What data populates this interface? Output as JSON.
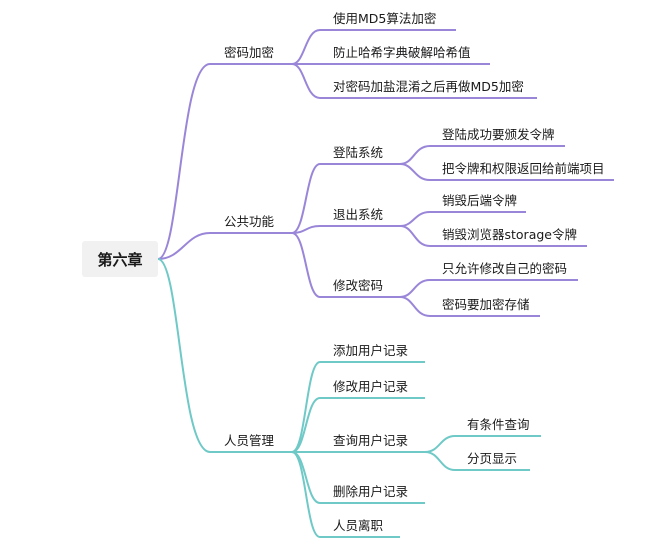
{
  "root": {
    "label": "第六章"
  },
  "colors": {
    "purple": "#9a86d8",
    "teal": "#6fc9c7",
    "root_bg": "#f1f1f1"
  },
  "branches": [
    {
      "label": "密码加密",
      "children": [
        {
          "label": "使用MD5算法加密"
        },
        {
          "label": "防止哈希字典破解哈希值"
        },
        {
          "label": "对密码加盐混淆之后再做MD5加密"
        }
      ]
    },
    {
      "label": "公共功能",
      "children": [
        {
          "label": "登陆系统",
          "children": [
            {
              "label": "登陆成功要颁发令牌"
            },
            {
              "label": "把令牌和权限返回给前端项目"
            }
          ]
        },
        {
          "label": "退出系统",
          "children": [
            {
              "label": "销毁后端令牌"
            },
            {
              "label": "销毁浏览器storage令牌"
            }
          ]
        },
        {
          "label": "修改密码",
          "children": [
            {
              "label": "只允许修改自己的密码"
            },
            {
              "label": "密码要加密存储"
            }
          ]
        }
      ]
    },
    {
      "label": "人员管理",
      "children": [
        {
          "label": "添加用户记录"
        },
        {
          "label": "修改用户记录"
        },
        {
          "label": "查询用户记录",
          "children": [
            {
              "label": "有条件查询"
            },
            {
              "label": "分页显示"
            }
          ]
        },
        {
          "label": "删除用户记录"
        },
        {
          "label": "人员离职"
        }
      ]
    }
  ]
}
